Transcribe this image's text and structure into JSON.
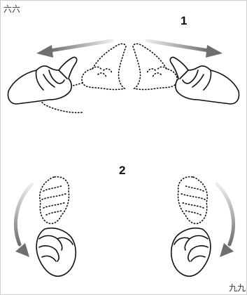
{
  "labels": {
    "top_left": "六六",
    "bottom_right": "九九"
  },
  "steps": {
    "step1": "1",
    "step2": "2"
  },
  "colors": {
    "arrow_dark": "#777777",
    "arrow_light": "#e6e6e6",
    "outline": "#111111"
  },
  "icons": [
    "hand-outline-icon",
    "hand-dotted-icon",
    "arrow-icon",
    "fist-outline-icon",
    "fist-dotted-icon",
    "curved-arrow-icon"
  ]
}
